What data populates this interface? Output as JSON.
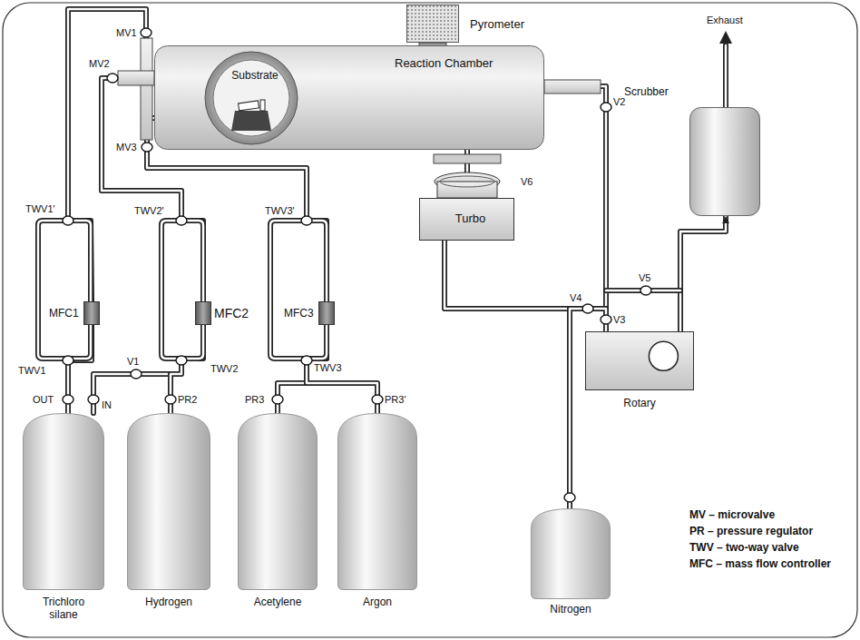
{
  "diagram": {
    "nodes": [
      {
        "text": [
          "Pyrometer"
        ]
      },
      {
        "text": [
          "Reaction Chamber"
        ]
      },
      {
        "text": [
          "Substrate"
        ],
        "in": 1
      },
      {
        "text": [
          "Turbo"
        ]
      },
      {
        "text": [
          "Scrubber"
        ]
      },
      {
        "text": [
          "Rotary"
        ]
      },
      {
        "text": [
          "MFC1"
        ]
      },
      {
        "text": [
          "MFC2"
        ]
      },
      {
        "text": [
          "MFC3"
        ]
      },
      {
        "text": [
          "Trichloro silane"
        ]
      },
      {
        "text": [
          "Hydrogen"
        ]
      },
      {
        "text": [
          "Acetylene"
        ]
      },
      {
        "text": [
          "Argon"
        ]
      },
      {
        "text": [
          "Nitrogen"
        ]
      }
    ],
    "edges": [
      {
        "from": 9,
        "to": 6,
        "arrow": "none"
      },
      {
        "from": 10,
        "to": 9,
        "arrow": "none"
      },
      {
        "from": 10,
        "to": 7,
        "arrow": "none"
      },
      {
        "from": 11,
        "to": 8,
        "arrow": "none"
      },
      {
        "from": 12,
        "to": 8,
        "arrow": "none"
      },
      {
        "from": 6,
        "to": 1,
        "arrow": "none"
      },
      {
        "from": 7,
        "to": 1,
        "arrow": "none"
      },
      {
        "from": 8,
        "to": 1,
        "arrow": "none"
      },
      {
        "from": 1,
        "to": 3,
        "arrow": "none"
      },
      {
        "from": 1,
        "to": 5,
        "arrow": "none"
      },
      {
        "from": 3,
        "to": 5,
        "arrow": "none"
      },
      {
        "from": 13,
        "to": 5,
        "arrow": "none"
      },
      {
        "from": 5,
        "to": 4,
        "arrow": "to"
      }
    ],
    "labels": [
      "MV1",
      "MV2",
      "MV3",
      "TWV1'",
      "TWV1",
      "TWV2'",
      "TWV2",
      "TWV3'",
      "TWV3",
      "V1",
      "OUT",
      "IN",
      "PR2",
      "PR3",
      "PR3'",
      "V2",
      "V6",
      "V4",
      "V3",
      "V5",
      "Exhaust",
      "MV – microvalve",
      "PR – pressure regulator",
      "TWV – two-way valve",
      "MFC – mass flow controller"
    ]
  }
}
